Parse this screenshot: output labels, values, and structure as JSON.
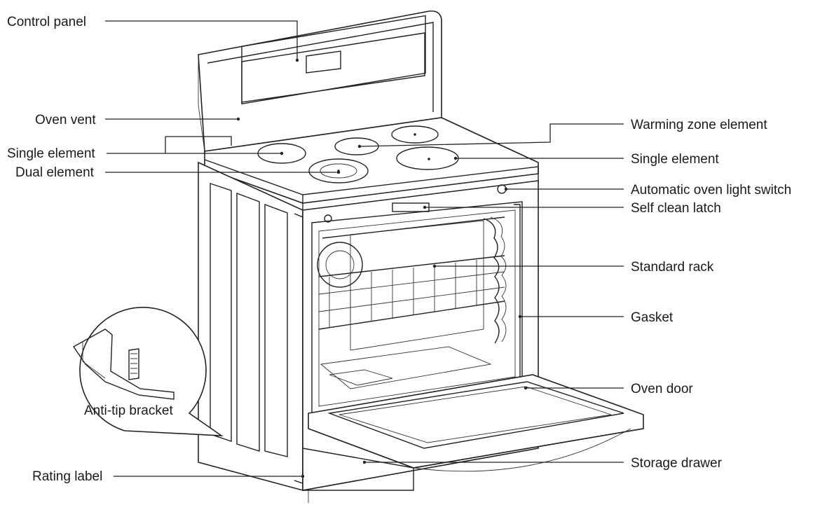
{
  "labels": {
    "control_panel": "Control panel",
    "oven_vent": "Oven vent",
    "single_element_left": "Single element",
    "dual_element": "Dual element",
    "anti_tip_bracket": "Anti-tip bracket",
    "rating_label": "Rating label",
    "warming_zone_element": "Warming zone element",
    "single_element_right": "Single element",
    "automatic_oven_light_switch": "Automatic oven light switch",
    "self_clean_latch": "Self clean latch",
    "standard_rack": "Standard rack",
    "gasket": "Gasket",
    "oven_door": "Oven door",
    "storage_drawer": "Storage drawer"
  },
  "colors": {
    "line": "#222222",
    "background": "#ffffff"
  }
}
